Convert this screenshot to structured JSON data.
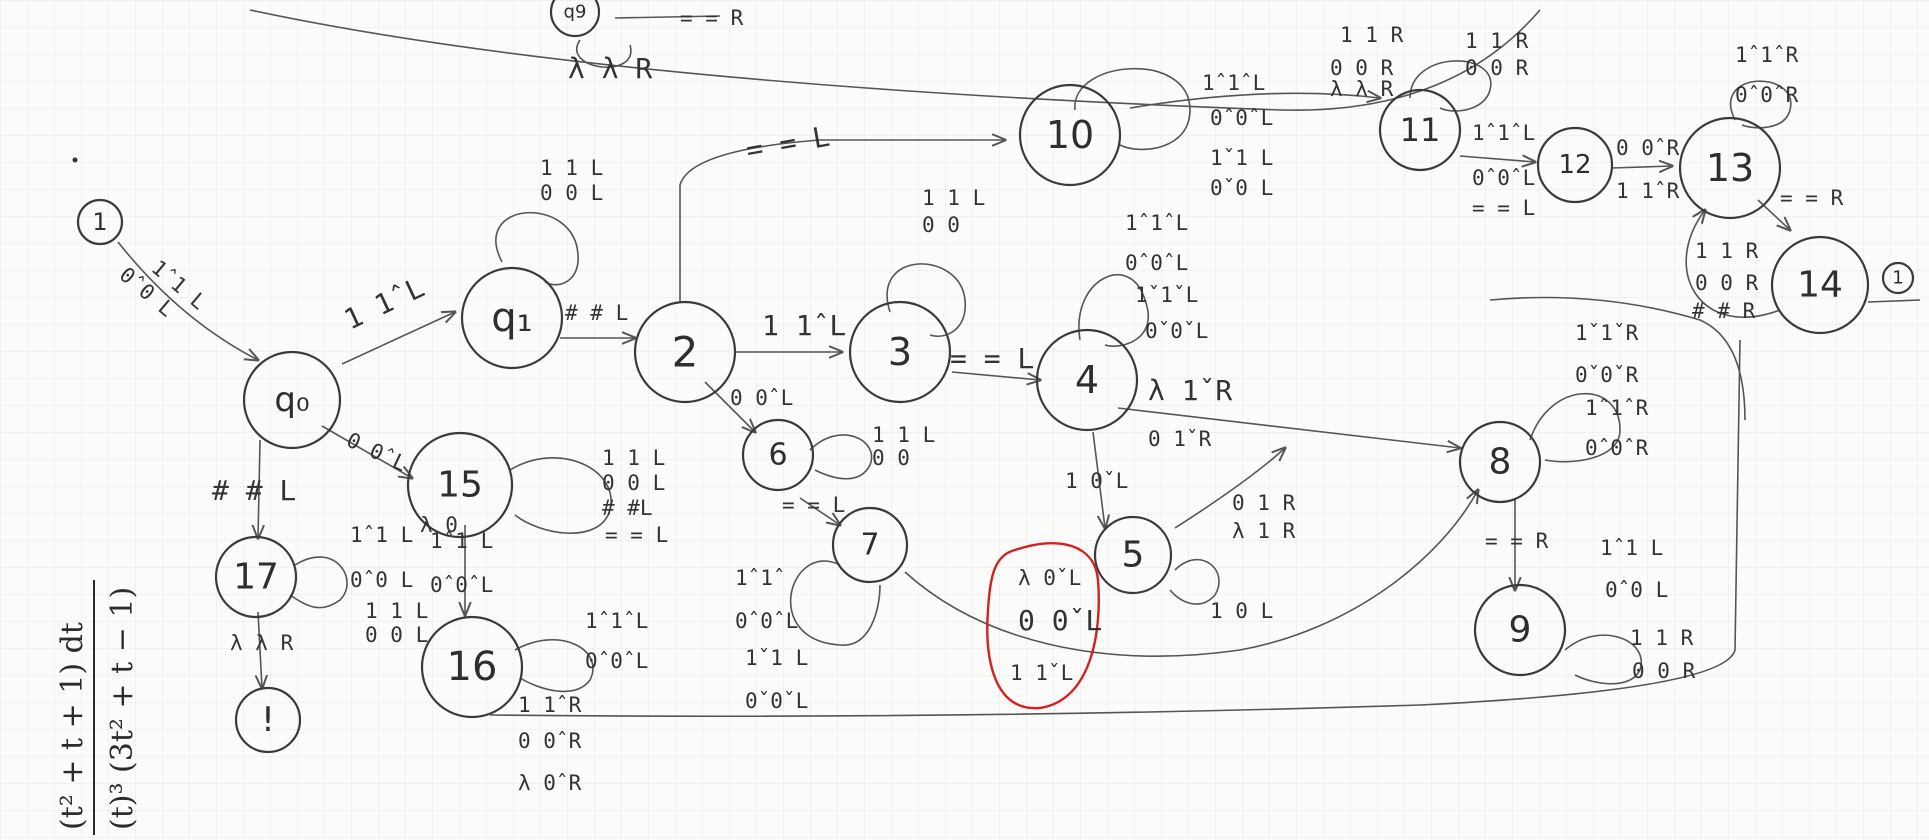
{
  "states": [
    {
      "id": "1",
      "label": "1"
    },
    {
      "id": "q0",
      "label": "q₀"
    },
    {
      "id": "q1",
      "label": "q₁"
    },
    {
      "id": "q9",
      "label": "q9"
    },
    {
      "id": "2",
      "label": "2"
    },
    {
      "id": "3",
      "label": "3"
    },
    {
      "id": "4",
      "label": "4"
    },
    {
      "id": "5",
      "label": "5"
    },
    {
      "id": "6",
      "label": "6"
    },
    {
      "id": "7",
      "label": "7"
    },
    {
      "id": "8",
      "label": "8"
    },
    {
      "id": "9",
      "label": "9"
    },
    {
      "id": "10",
      "label": "10"
    },
    {
      "id": "11",
      "label": "11"
    },
    {
      "id": "12",
      "label": "12"
    },
    {
      "id": "13",
      "label": "13"
    },
    {
      "id": "14",
      "label": "14"
    },
    {
      "id": "15",
      "label": "15"
    },
    {
      "id": "16",
      "label": "16"
    },
    {
      "id": "17",
      "label": "17"
    },
    {
      "id": "halt",
      "label": "!"
    },
    {
      "id": "ref1",
      "label": "1"
    }
  ],
  "transition_labels": {
    "t_1_q0": [
      "1̂ 1 L",
      "0̂ 0 L"
    ],
    "t_q0_q1": [
      "1 1̂ L"
    ],
    "t_q1_loop": [
      "1 1 L",
      "0 0 L"
    ],
    "t_q1_2": [
      "# # L"
    ],
    "t_q0_15": [
      "0 0̂ L"
    ],
    "t_q0_17": [
      "# # L"
    ],
    "t_15_loop": [
      "1 1 L",
      "0 0 L",
      "# #L",
      "= = L"
    ],
    "t_15_16": [
      "1̂ 1 L",
      "0̂ 0̂ L"
    ],
    "t_15_extra": [
      "λ 0"
    ],
    "t_17_loop": [
      "1̂ 1 L",
      "0̂ 0 L",
      "1 1 L",
      "0 0 L"
    ],
    "t_17_halt": [
      "λ λ R"
    ],
    "t_16_loop": [
      "1̂ 1̂ L",
      "0̂ 0̂ L"
    ],
    "t_16_out": [
      "1 1̂ R",
      "0 0̂ R",
      "λ 0̂ R"
    ],
    "t_2_3": [
      "1 1̂ L"
    ],
    "t_2_10": [
      "= = L"
    ],
    "t_2_6": [
      "0 0̂ L"
    ],
    "t_6_loop": [
      "1 1 L",
      "0 0"
    ],
    "t_6_7": [
      "= = L"
    ],
    "t_7_loop": [
      "1̂ 1̂",
      "0̂ 0̂ L",
      "1̌ 1 L",
      "0̌ 0̌ L"
    ],
    "t_3_loop": [
      "1 1 L",
      "0 0"
    ],
    "t_3_4": [
      "= = L"
    ],
    "t_4_loop": [
      "1̂ 1̂ L",
      "0̂ 0̂ L",
      "1̌ 1̌ L",
      "0̌ 0̌ L"
    ],
    "t_4_8": [
      "λ 1̌ R",
      "0 1̌ R"
    ],
    "t_4_5": [
      "1 0̌ L"
    ],
    "t_5_8": [
      "0 1 R",
      "λ 1 R"
    ],
    "t_5_loop": [
      "1 0 L"
    ],
    "t_circled": [
      "λ 0̌ L",
      "0 0̌ L",
      "1 1̌ L"
    ],
    "t_8_loop": [
      "1̌ 1̌ R",
      "0̌ 0̌ R",
      "1̂ 1̂ R",
      "0̂ 0̂ R"
    ],
    "t_8_9": [
      "= = R"
    ],
    "t_9_loop": [
      "1 1 R",
      "0 0 R"
    ],
    "t_9_in": [
      "1̂ 1 L",
      "0̂ 0 L"
    ],
    "t_10_loop": [
      "1̂ 1̂ L",
      "0̂ 0̂ L",
      "1̌ 1 L",
      "0̌ 0 L"
    ],
    "t_10_11": [
      "1 1 R",
      "0 0 R",
      "λ λ R"
    ],
    "t_11_loop": [
      "1 1 R",
      "0 0 R"
    ],
    "t_11_12": [
      "1̂ 1̂ L",
      "0̂ 0̂ L",
      "= = L"
    ],
    "t_12_13": [
      "0 0̂ R",
      "1 1̂ R"
    ],
    "t_13_loop": [
      "1̂ 1̂ R",
      "0̂ 0̂ R"
    ],
    "t_13_14": [
      "= = R"
    ],
    "t_14_13": [
      "1 1 R",
      "0 0 R",
      "# # R"
    ],
    "t_q9_loop": [
      "λ λ R"
    ],
    "t_q9_in": [
      "= = R"
    ]
  },
  "margin_formula": {
    "numerator": "(t² + t + 1) dt",
    "denominator": "(t)³ (3t² + t − 1)"
  },
  "highlight_color": "#d42020"
}
